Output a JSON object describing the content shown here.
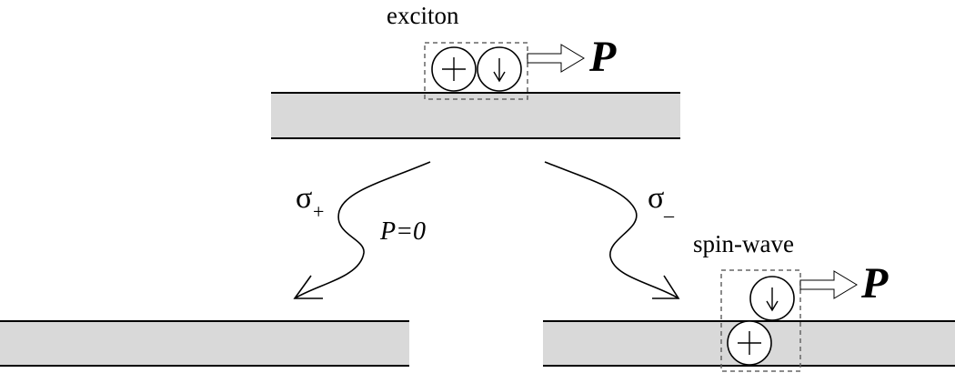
{
  "labels": {
    "exciton": "exciton",
    "momentum_top": "P",
    "sigma_plus": "σ",
    "sigma_plus_sub": "+",
    "sigma_minus": "σ",
    "sigma_minus_sub": "_",
    "p_zero": "P=0",
    "spin_wave": "spin-wave",
    "momentum_bottom": "P"
  },
  "particles": {
    "hole_symbol": "+",
    "electron_symbol": "↓"
  },
  "colors": {
    "layer_fill": "#d9d9d9",
    "line": "#000000",
    "dashed_box": "#666666"
  }
}
